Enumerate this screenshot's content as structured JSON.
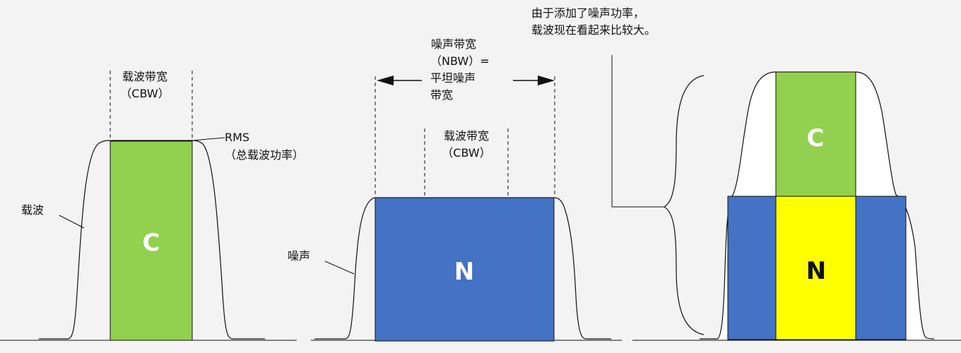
{
  "panel_carrier": {
    "cbw_label": [
      "载波带宽",
      "（CBW）"
    ],
    "rms_label": [
      "RMS",
      "（总载波功率）"
    ],
    "carrier_label": "载波",
    "block_letter": "C"
  },
  "panel_noise": {
    "nbw_label": [
      "噪声带宽",
      "（NBW）=",
      "平坦噪声",
      "带宽"
    ],
    "cbw_label": [
      "载波带宽",
      "（CBW）"
    ],
    "noise_label": "噪声",
    "block_letter": "N"
  },
  "panel_combined": {
    "note": [
      "由于添加了噪声功率，",
      "载波现在看起来比较大。"
    ],
    "carrier_letter": "C",
    "noise_letter": "N"
  },
  "colors": {
    "background": "#f3f3f3",
    "carrier_green": "#92d050",
    "noise_blue": "#4472c4",
    "noise_yellow": "#ffff00",
    "line": "#111111"
  }
}
